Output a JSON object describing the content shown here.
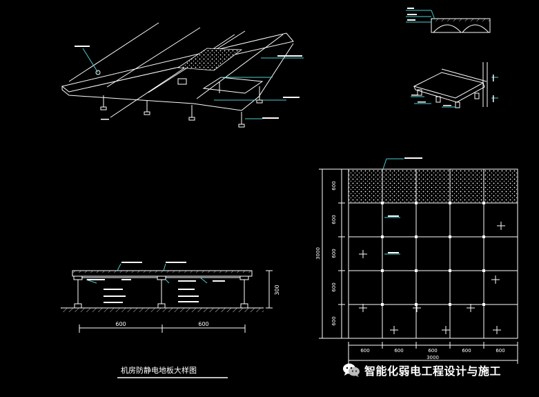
{
  "drawing": {
    "section_title": "机房防静电地板大样图",
    "section": {
      "span_left": "600",
      "span_right": "600",
      "height": "300"
    },
    "plan": {
      "col_dims": [
        "600",
        "600",
        "600",
        "600",
        "600"
      ],
      "row_dims": [
        "600",
        "600",
        "600",
        "600",
        "600"
      ],
      "total_width": "3000",
      "total_height": "3000"
    }
  },
  "watermark": {
    "text": "智能化弱电工程设计与施工",
    "icon": "wechat-icon"
  }
}
